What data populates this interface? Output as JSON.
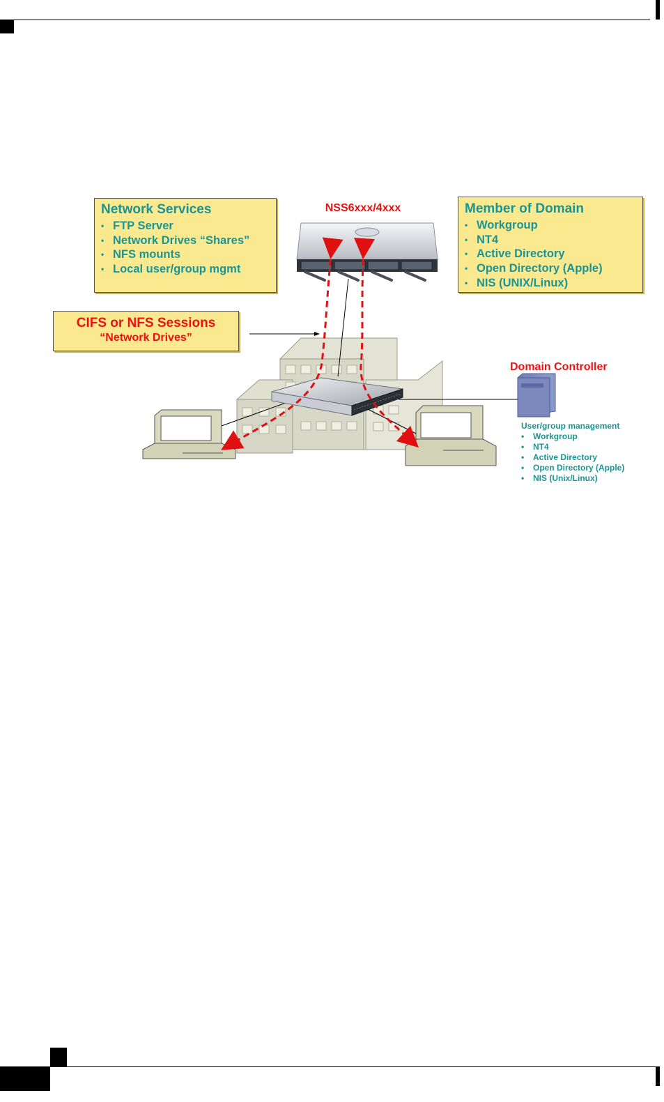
{
  "network_services": {
    "title": "Network Services",
    "items": [
      "FTP Server",
      "Network Drives “Shares”",
      "NFS mounts",
      "Local user/group mgmt"
    ]
  },
  "nss_label": "NSS6xxx/4xxx",
  "member_of_domain": {
    "title": "Member of Domain",
    "items": [
      "Workgroup",
      "NT4",
      "Active Directory",
      "Open Directory (Apple)",
      "NIS (UNIX/Linux)"
    ]
  },
  "sessions": {
    "title": "CIFS or NFS Sessions",
    "subtitle": "“Network Drives”"
  },
  "domain_controller": {
    "title": "Domain Controller",
    "heading": "User/group management",
    "items": [
      "Workgroup",
      "NT4",
      "Active Directory",
      "Open Directory (Apple)",
      "NIS (Unix/Linux)"
    ]
  },
  "colors": {
    "callout_fill": "#fbe98f",
    "teal_text": "#1a9595",
    "red_text": "#ee1111",
    "arrow_red": "#e01010"
  }
}
